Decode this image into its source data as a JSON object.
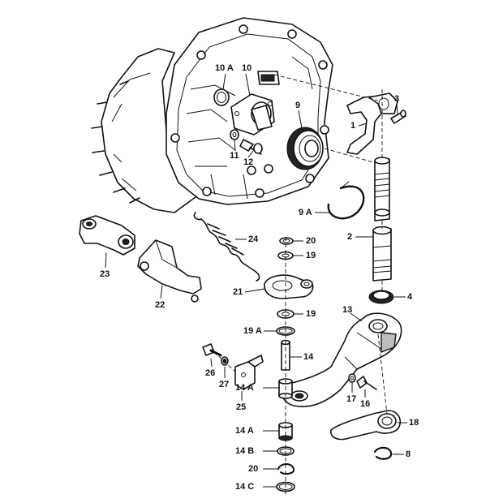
{
  "callouts": [
    {
      "id": "10A",
      "text": "10 A"
    },
    {
      "id": "10",
      "text": "10"
    },
    {
      "id": "9",
      "text": "9"
    },
    {
      "id": "11",
      "text": "11"
    },
    {
      "id": "12",
      "text": "12"
    },
    {
      "id": "3",
      "text": "3"
    },
    {
      "id": "1",
      "text": "1"
    },
    {
      "id": "9A",
      "text": "9 A"
    },
    {
      "id": "2",
      "text": "2"
    },
    {
      "id": "4",
      "text": "4"
    },
    {
      "id": "24",
      "text": "24"
    },
    {
      "id": "20a",
      "text": "20"
    },
    {
      "id": "19a",
      "text": "19"
    },
    {
      "id": "23",
      "text": "23"
    },
    {
      "id": "22",
      "text": "22"
    },
    {
      "id": "21",
      "text": "21"
    },
    {
      "id": "19b",
      "text": "19"
    },
    {
      "id": "19A",
      "text": "19 A"
    },
    {
      "id": "13",
      "text": "13"
    },
    {
      "id": "14",
      "text": "14"
    },
    {
      "id": "26",
      "text": "26"
    },
    {
      "id": "27",
      "text": "27"
    },
    {
      "id": "14A1",
      "text": "14 A"
    },
    {
      "id": "25",
      "text": "25"
    },
    {
      "id": "17",
      "text": "17"
    },
    {
      "id": "16",
      "text": "16"
    },
    {
      "id": "18",
      "text": "18"
    },
    {
      "id": "14A2",
      "text": "14 A"
    },
    {
      "id": "14B",
      "text": "14 B"
    },
    {
      "id": "8",
      "text": "8"
    },
    {
      "id": "20b",
      "text": "20"
    },
    {
      "id": "14C",
      "text": "14 C"
    }
  ]
}
